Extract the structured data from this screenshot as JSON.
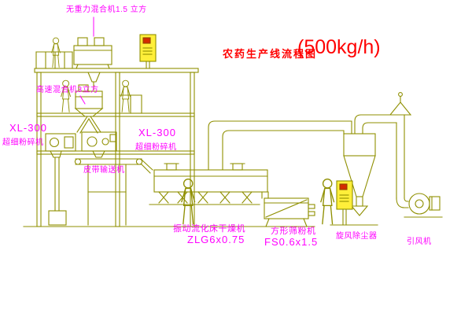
{
  "title": {
    "main": "农药生产线流程图",
    "capacity": "(500kg/h)"
  },
  "labels": {
    "top_mixer": "无重力混合机1.5 立方",
    "high_speed_mixer": "高速混合机3立方",
    "mill_left_model": "XL-300",
    "mill_left_name": "超细粉碎机",
    "mill_center_model": "XL-300",
    "mill_center_name": "超细粉碎机",
    "belt_conveyor": "皮带输送机",
    "dryer_name": "振动流化床干燥机",
    "dryer_model": "ZLG6x0.75",
    "sieve_name": "方形筛粉机",
    "sieve_model": "FS0.6x1.5",
    "cyclone": "旋风除尘器",
    "fan": "引风机"
  },
  "colors": {
    "line_olive": "#8f8f00",
    "label_magenta": "#ff00ff",
    "title_red": "#ff0000",
    "panel_yellow": "#ffef3a",
    "button_red": "#d42b00"
  }
}
